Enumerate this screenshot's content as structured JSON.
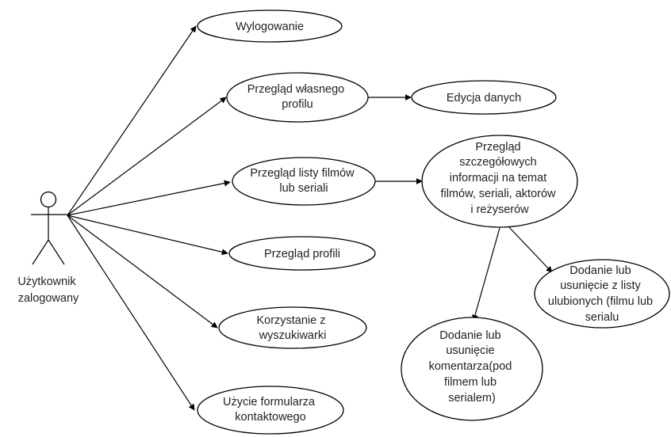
{
  "actor": {
    "name_lines": [
      "Użytkownik",
      "zalogowany"
    ]
  },
  "use_cases": {
    "logout": [
      "Wylogowanie"
    ],
    "own_profile": [
      "Przegląd własnego",
      "profilu"
    ],
    "edit_data": [
      "Edycja danych"
    ],
    "browse_list": [
      "Przegląd listy filmów",
      "lub seriali"
    ],
    "details": [
      "Przegląd",
      "szczegółowych",
      "informacji na temat",
      "filmów, seriali, aktorów",
      "i reżyserów"
    ],
    "browse_profiles": [
      "Przegląd profili"
    ],
    "search": [
      "Korzystanie z",
      "wyszukiwarki"
    ],
    "contact_form": [
      "Użycie formularza",
      "kontaktowego"
    ],
    "favorites": [
      "Dodanie lub",
      "usunięcie z listy",
      "ulubionych (filmu lub",
      "serialu"
    ],
    "comment": [
      "Dodanie lub",
      "usunięcie",
      "komentarza(pod",
      "filmem lub",
      "serialem)"
    ]
  },
  "colors": {
    "stroke": "#000000",
    "fill": "#ffffff",
    "text": "#222222"
  }
}
